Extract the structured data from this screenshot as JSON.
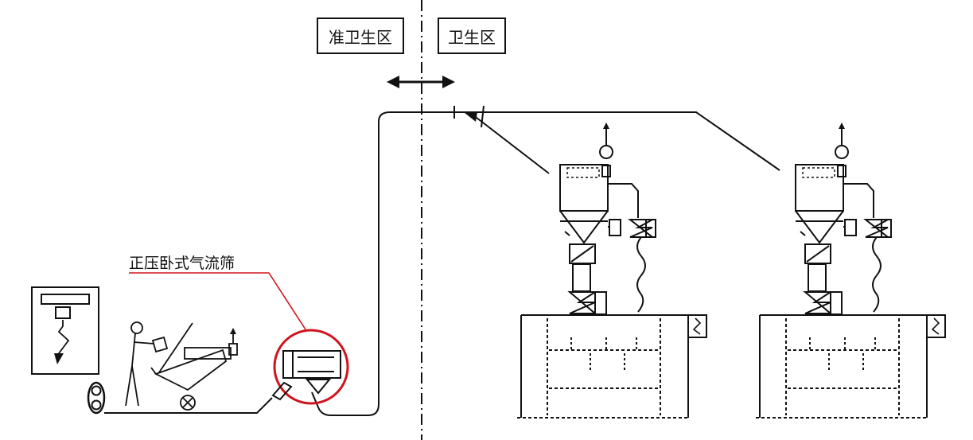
{
  "zones": {
    "semi_clean": "准卫生区",
    "clean": "卫生区"
  },
  "equipment": {
    "sifter_label": "正压卧式气流筛"
  },
  "colors": {
    "line": "#111111",
    "highlight": "#d0141e",
    "background": "#ffffff"
  },
  "icons": [
    "control-panel-icon",
    "lightning-icon",
    "operator-icon",
    "fan-icon",
    "valve-icon",
    "cyclone-separator-icon",
    "bin-icon"
  ]
}
